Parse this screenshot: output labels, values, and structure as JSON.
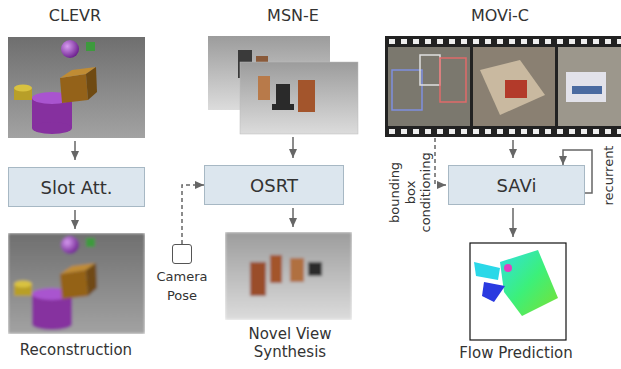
{
  "diagram": {
    "nodes": [
      {
        "text": [
          "Slot Att."
        ]
      },
      {
        "text": [
          "OSRT"
        ]
      },
      {
        "text": [
          "SAVi"
        ]
      },
      {
        "text": [
          "Camera Pose"
        ]
      }
    ],
    "edges": [
      {
        "from": 3,
        "to": 1,
        "arrow": "to"
      },
      {
        "from": 2,
        "to": 2,
        "arrow": "to",
        "label": "recurrent"
      }
    ],
    "labels": [
      "CLEVR",
      "MSN-E",
      "MOVi-C",
      "Reconstruction",
      "Novel View Synthesis",
      "Flow Prediction",
      "bounding box conditioning"
    ]
  }
}
